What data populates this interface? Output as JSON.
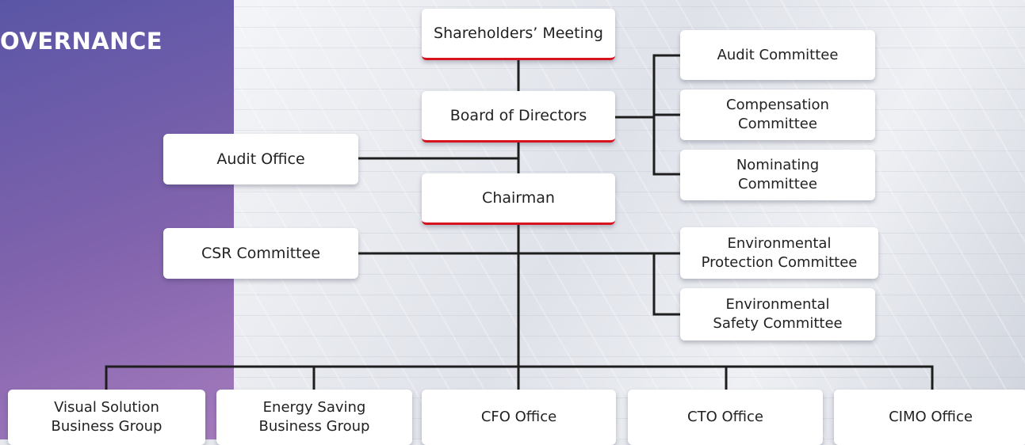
{
  "header": {
    "title": "OVERNANCE"
  },
  "nodes": {
    "shareholders": "Shareholders’ Meeting",
    "board": "Board of Directors",
    "chairman": "Chairman",
    "audit_office": "Audit Office",
    "csr_committee": "CSR Committee",
    "audit_committee": "Audit Committee",
    "compensation_committee": "Compensation\nCommittee",
    "nominating_committee": "Nominating\nCommittee",
    "env_protection_committee": "Environmental\nProtection Committee",
    "env_safety_committee": "Environmental\nSafety Committee",
    "visual_solution": "Visual Solution\nBusiness Group",
    "energy_saving": "Energy Saving\nBusiness Group",
    "cfo_office": "CFO Office",
    "cto_office": "CTO Office",
    "cimo_office": "CIMO Office"
  },
  "colors": {
    "accent_red": "#d7141e",
    "connector": "#1e1e1e",
    "panel_top": "#5a56a6",
    "panel_bottom": "#a57bbd"
  }
}
